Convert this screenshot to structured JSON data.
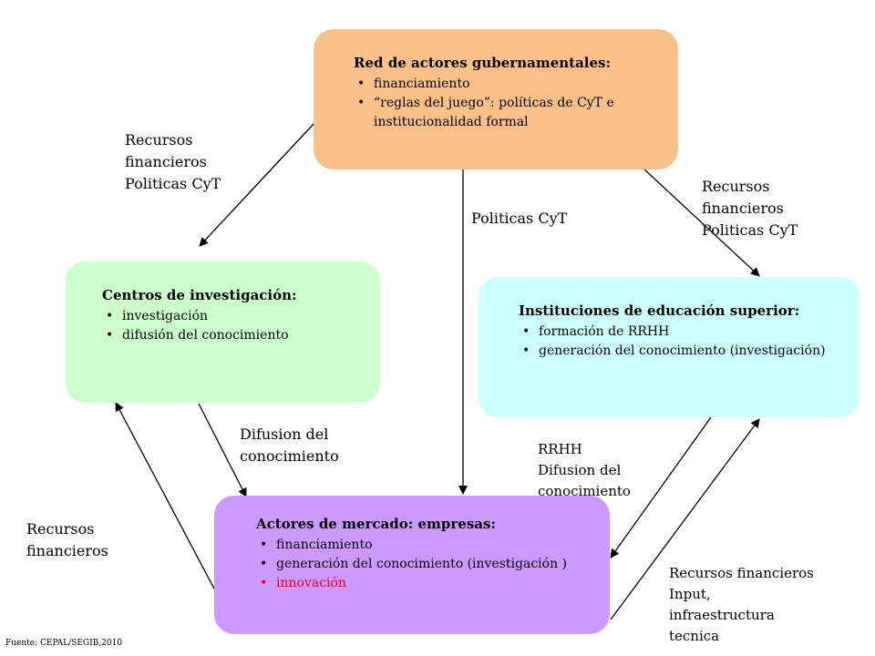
{
  "nodes": {
    "gov": {
      "title": "Red de actores gubernamentales:",
      "items": [
        "financiamiento",
        "“reglas del juego”: políticas de CyT e institucionalidad formal"
      ],
      "color": "#fbc08a"
    },
    "research": {
      "title": "Centros de investigación:",
      "items": [
        "investigación",
        "difusión del conocimiento"
      ],
      "color": "#ccffcc"
    },
    "higher_ed": {
      "title": "Instituciones de educación superior:",
      "items": [
        "formación  de RRHH",
        "generación del conocimiento (investigación)"
      ],
      "color": "#ccffff"
    },
    "market": {
      "title": "Actores de mercado: empresas:",
      "items": [
        "financiamiento",
        "generación del conocimiento (investigación )",
        "innovación"
      ],
      "color": "#cc99ff",
      "highlight_color": "#e8001c"
    }
  },
  "labels": {
    "gov_to_research": [
      "Recursos",
      "financieros",
      "Politicas CyT"
    ],
    "gov_to_market": [
      "Politicas CyT"
    ],
    "gov_to_higher_ed": [
      "Recursos",
      "financieros",
      "Politicas CyT"
    ],
    "research_to_market": [
      "Difusion del",
      "conocimiento"
    ],
    "market_to_research": [
      "Recursos",
      "financieros"
    ],
    "higher_ed_to_market": [
      "RRHH",
      "Difusion del",
      "conocimiento"
    ],
    "market_to_higher_ed": [
      "Recursos financieros",
      "Input,",
      "infraestructura",
      "tecnica"
    ]
  },
  "source": "Fuente: CEPAL/SEGIB,2010"
}
